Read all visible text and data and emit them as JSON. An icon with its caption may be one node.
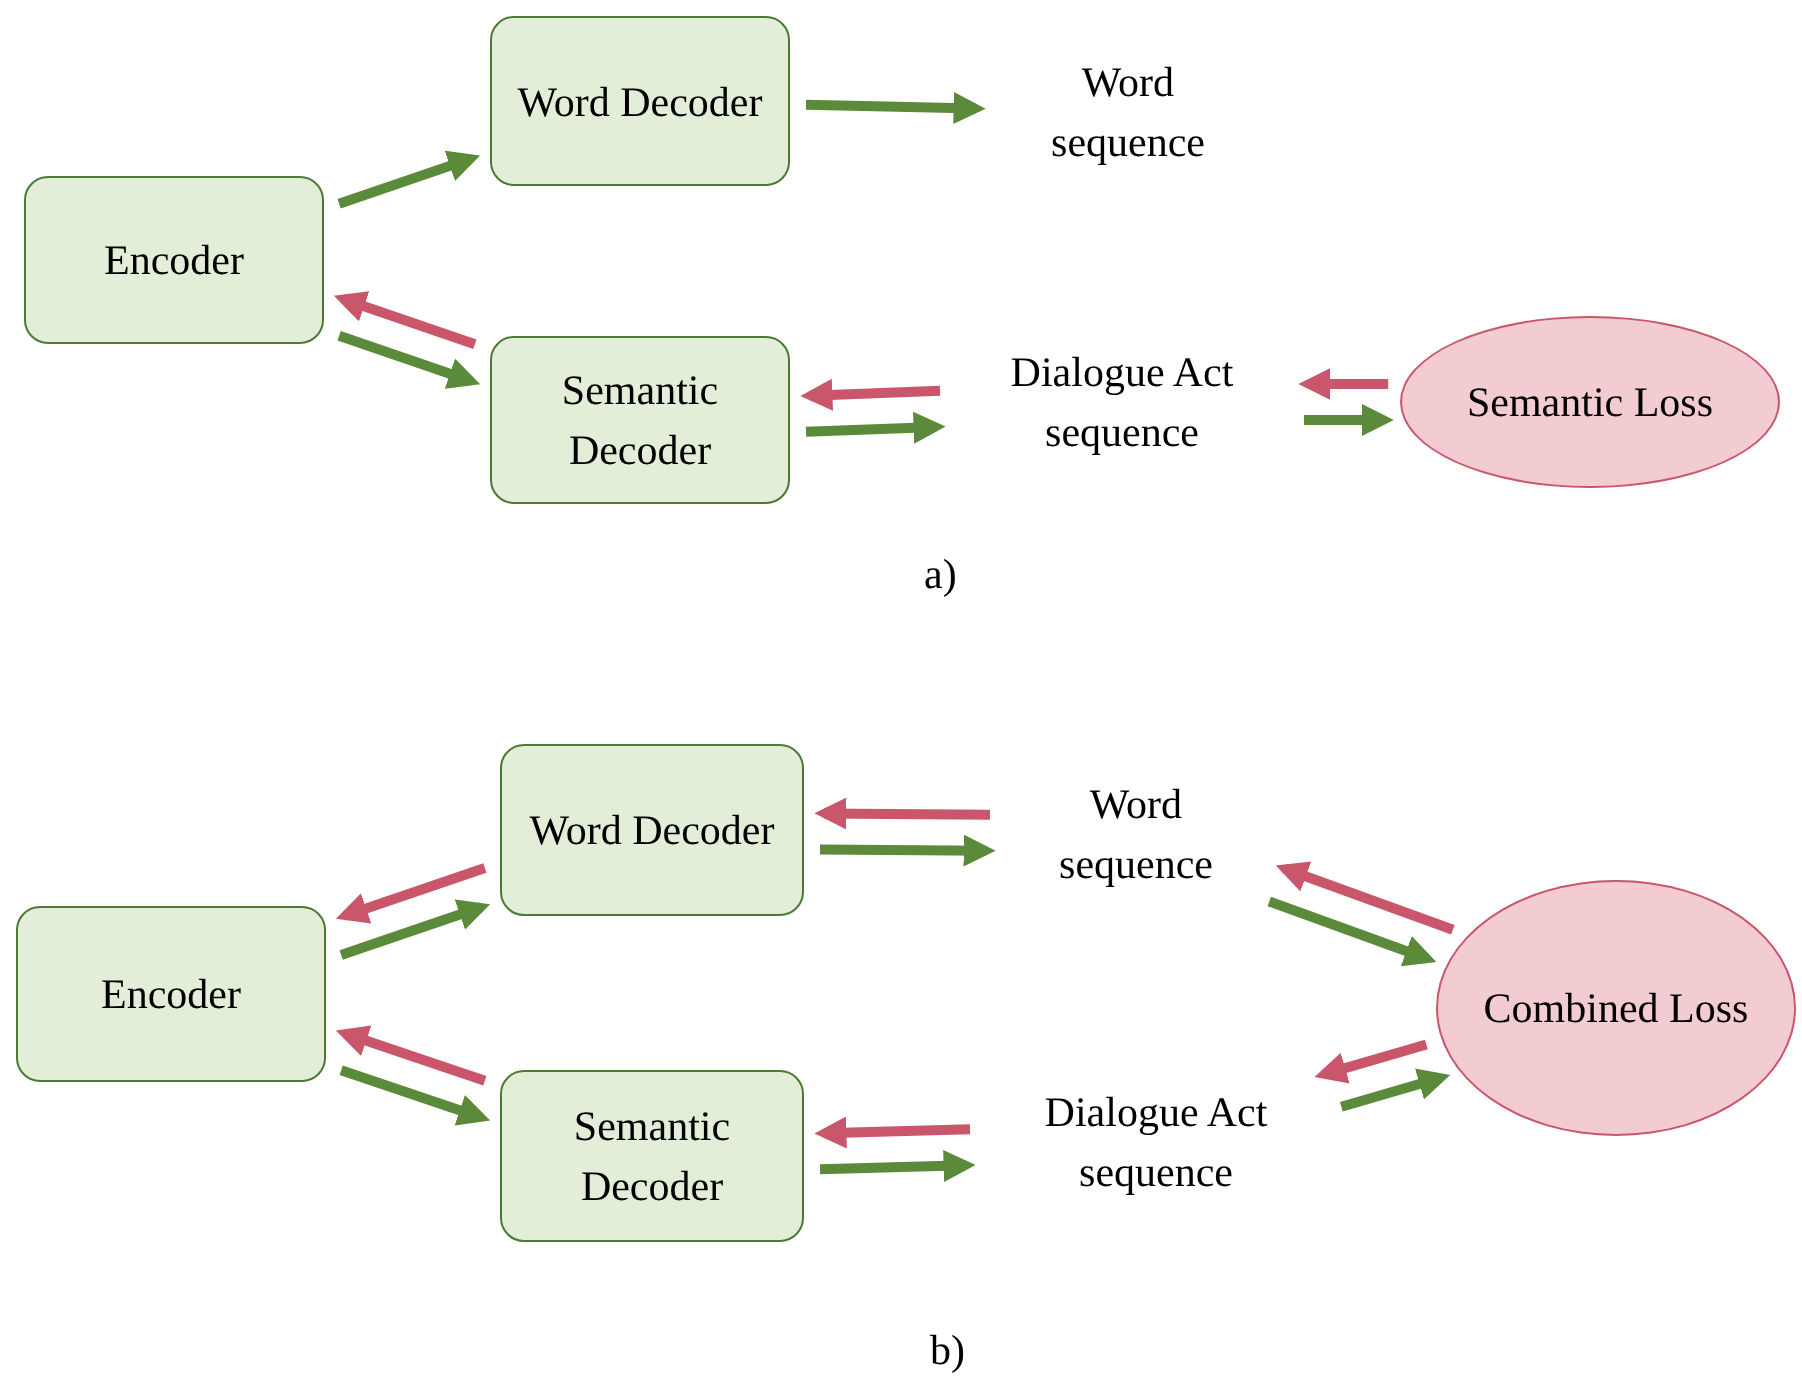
{
  "diagram": {
    "nodes": [
      {
        "text": [
          "Encoder"
        ]
      },
      {
        "text": [
          "Word Decoder"
        ]
      },
      {
        "text": [
          "Word sequence"
        ]
      },
      {
        "text": [
          "Semantic Decoder"
        ]
      },
      {
        "text": [
          "Dialogue Act sequence"
        ]
      },
      {
        "text": [
          "Semantic Loss"
        ]
      },
      {
        "text": [
          "Encoder"
        ]
      },
      {
        "text": [
          "Word Decoder"
        ]
      },
      {
        "text": [
          "Word sequence"
        ]
      },
      {
        "text": [
          "Semantic Decoder"
        ]
      },
      {
        "text": [
          "Dialogue Act sequence"
        ]
      },
      {
        "text": [
          "Combined Loss"
        ]
      }
    ],
    "edges": [
      {
        "from": 0,
        "to": 1,
        "arrow": "to"
      },
      {
        "from": 1,
        "to": 2,
        "arrow": "to"
      },
      {
        "from": 0,
        "to": 3,
        "arrow": "to"
      },
      {
        "from": 3,
        "to": 0,
        "arrow": "to",
        "color": "#c9566a"
      },
      {
        "from": 3,
        "to": 4,
        "arrow": "to"
      },
      {
        "from": 4,
        "to": 3,
        "arrow": "to",
        "color": "#c9566a"
      },
      {
        "from": 4,
        "to": 5,
        "arrow": "to"
      },
      {
        "from": 5,
        "to": 4,
        "arrow": "to",
        "color": "#c9566a"
      },
      {
        "from": 6,
        "to": 7,
        "arrow": "to"
      },
      {
        "from": 7,
        "to": 6,
        "arrow": "to",
        "color": "#c9566a"
      },
      {
        "from": 7,
        "to": 8,
        "arrow": "to"
      },
      {
        "from": 8,
        "to": 7,
        "arrow": "to",
        "color": "#c9566a"
      },
      {
        "from": 8,
        "to": 11,
        "arrow": "to"
      },
      {
        "from": 11,
        "to": 8,
        "arrow": "to",
        "color": "#c9566a"
      },
      {
        "from": 6,
        "to": 9,
        "arrow": "to"
      },
      {
        "from": 9,
        "to": 6,
        "arrow": "to",
        "color": "#c9566a"
      },
      {
        "from": 9,
        "to": 10,
        "arrow": "to"
      },
      {
        "from": 10,
        "to": 9,
        "arrow": "to",
        "color": "#c9566a"
      },
      {
        "from": 10,
        "to": 11,
        "arrow": "to"
      },
      {
        "from": 11,
        "to": 10,
        "arrow": "to",
        "color": "#c9566a"
      }
    ],
    "labels": [
      "a)",
      "b)"
    ]
  }
}
